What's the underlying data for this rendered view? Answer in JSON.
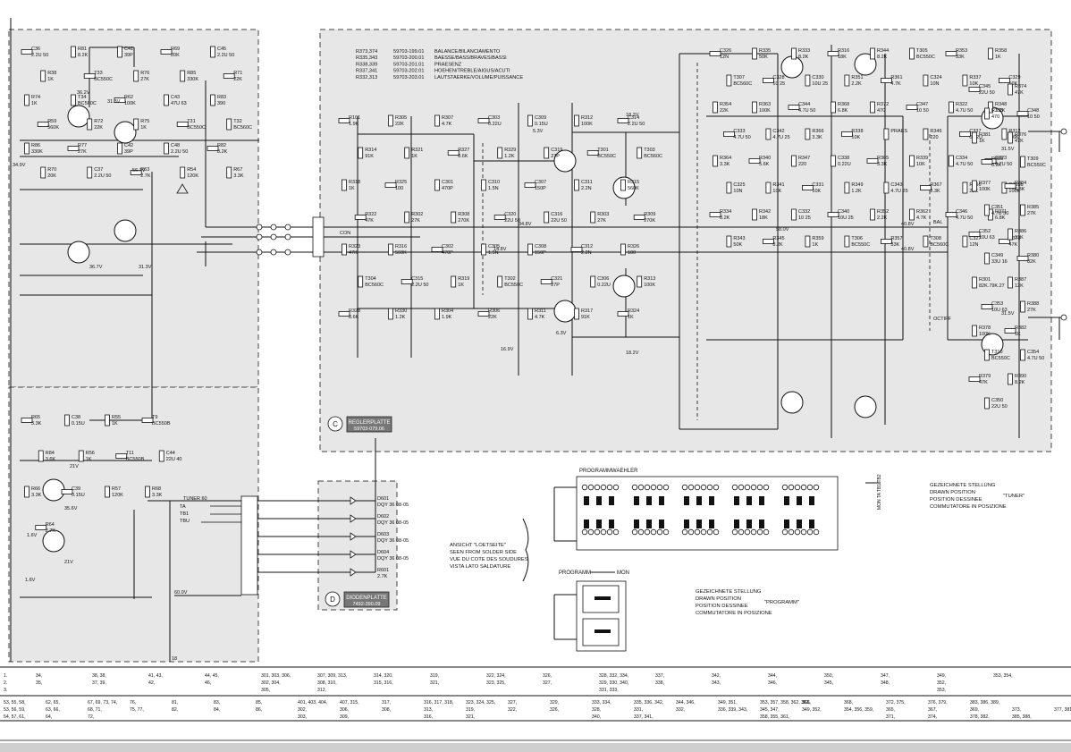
{
  "table_top": [
    {
      "code": "R373,374",
      "part": "59703-199.01",
      "func": "BALANCE/BILANCIAMENTO"
    },
    {
      "code": "R335,343",
      "part": "59703-200.01",
      "func": "BAESSE/BASS/BRAVES/BASSI"
    },
    {
      "code": "R338,339",
      "part": "59703-201.01",
      "func": "PRAESENZ"
    },
    {
      "code": "R337,341",
      "part": "59703-202.01",
      "func": "HOEHEN/TREBLE/AIGUS/ACUTI"
    },
    {
      "code": "R332,313",
      "part": "59703-203.01",
      "func": "LAUTSTAERKE/VOLUME/PUISSANCE"
    }
  ],
  "panels": {
    "c_label": "REGLERPLATTE",
    "c_part": "59703-079.06",
    "c_letter": "C",
    "d_label": "DIODENPLATTE",
    "d_part": "7492-390.09",
    "d_letter": "D"
  },
  "left_components": [
    {
      "ref": "C36",
      "val": "2.2U 50"
    },
    {
      "ref": "R81",
      "val": "8.2K"
    },
    {
      "ref": "C41",
      "val": "39P"
    },
    {
      "ref": "R69",
      "val": "20K"
    },
    {
      "ref": "C45",
      "val": "2.2U 50"
    },
    {
      "ref": "R38",
      "val": "1K"
    },
    {
      "ref": "T33",
      "val": "BC550C"
    },
    {
      "ref": "R76",
      "val": "27K"
    },
    {
      "ref": "R85",
      "val": "330K"
    },
    {
      "ref": "R71",
      "val": "22K"
    },
    {
      "ref": "R74",
      "val": "1K"
    },
    {
      "ref": "T34",
      "val": "BC560C"
    },
    {
      "ref": "R62",
      "val": "100K"
    },
    {
      "ref": "C43",
      "val": "47U 63"
    },
    {
      "ref": "R83",
      "val": "390"
    },
    {
      "ref": "R59",
      "val": "560K"
    },
    {
      "ref": "R72",
      "val": "22K"
    },
    {
      "ref": "R75",
      "val": "1K"
    },
    {
      "ref": "T31",
      "val": "BC550C"
    },
    {
      "ref": "T32",
      "val": "BC560C"
    },
    {
      "ref": "R86",
      "val": "330K"
    },
    {
      "ref": "R77",
      "val": "27K"
    },
    {
      "ref": "C42",
      "val": "39P"
    },
    {
      "ref": "C48",
      "val": "2.2U 50"
    },
    {
      "ref": "R82",
      "val": "8.2K"
    },
    {
      "ref": "R70",
      "val": "20K"
    },
    {
      "ref": "C37",
      "val": "2.2U 50"
    },
    {
      "ref": "R63",
      "val": "2.7K"
    },
    {
      "ref": "R54",
      "val": "120K"
    },
    {
      "ref": "R67",
      "val": "3.3K"
    },
    {
      "ref": "R65",
      "val": "3.3K"
    },
    {
      "ref": "C38",
      "val": "0.15U"
    },
    {
      "ref": "R55",
      "val": "1K"
    },
    {
      "ref": "T9",
      "val": "BC550B"
    },
    {
      "ref": "R84",
      "val": "3.6K"
    },
    {
      "ref": "R56",
      "val": "1K"
    },
    {
      "ref": "T11",
      "val": "BC550B"
    },
    {
      "ref": "C44",
      "val": "22U 40"
    },
    {
      "ref": "R66",
      "val": "3.3K"
    },
    {
      "ref": "C39",
      "val": "0.15U"
    },
    {
      "ref": "R57",
      "val": "120K"
    },
    {
      "ref": "R68",
      "val": "3.3K"
    },
    {
      "ref": "R64",
      "val": "2.7K"
    }
  ],
  "left_voltages": [
    "36.2V",
    "31.3V",
    "56.7V",
    "34.9V",
    "36.7V",
    "31.3V",
    "21V",
    "35.6V",
    "1.6V",
    "21V",
    "1.6V"
  ],
  "center_components": [
    {
      "ref": "R101",
      "val": "1.9K"
    },
    {
      "ref": "R305",
      "val": "22K"
    },
    {
      "ref": "R307",
      "val": "4.7K"
    },
    {
      "ref": "C303",
      "val": "0.22U"
    },
    {
      "ref": "C309",
      "val": "0.15U"
    },
    {
      "ref": "R312",
      "val": "100K"
    },
    {
      "ref": "C314",
      "val": "2.2U 50"
    },
    {
      "ref": "R314",
      "val": "91K"
    },
    {
      "ref": "R321",
      "val": "1K"
    },
    {
      "ref": "R327",
      "val": "8.6K"
    },
    {
      "ref": "R329",
      "val": "1.2K"
    },
    {
      "ref": "C319",
      "val": "27P"
    },
    {
      "ref": "T301",
      "val": "BC550C"
    },
    {
      "ref": "T303",
      "val": "BC560C"
    },
    {
      "ref": "R318",
      "val": "1K"
    },
    {
      "ref": "R325",
      "val": "100"
    },
    {
      "ref": "C301",
      "val": "470P"
    },
    {
      "ref": "C310",
      "val": "1.5N"
    },
    {
      "ref": "C307",
      "val": "150P"
    },
    {
      "ref": "C311",
      "val": "2.2N"
    },
    {
      "ref": "R315",
      "val": "560K"
    },
    {
      "ref": "R322",
      "val": "47K"
    },
    {
      "ref": "R302",
      "val": "27K"
    },
    {
      "ref": "R308",
      "val": "270K"
    },
    {
      "ref": "C320",
      "val": "22U 50"
    },
    {
      "ref": "C316",
      "val": "22U 50"
    },
    {
      "ref": "R303",
      "val": "27K"
    },
    {
      "ref": "R309",
      "val": "270K"
    },
    {
      "ref": "R323",
      "val": "47K"
    },
    {
      "ref": "R316",
      "val": "560K"
    },
    {
      "ref": "C302",
      "val": "470P"
    },
    {
      "ref": "C305",
      "val": "1.5N"
    },
    {
      "ref": "C308",
      "val": "150P"
    },
    {
      "ref": "C312",
      "val": "2.2N"
    },
    {
      "ref": "R326",
      "val": "100"
    },
    {
      "ref": "T304",
      "val": "BC560C"
    },
    {
      "ref": "C315",
      "val": "2.2U 50"
    },
    {
      "ref": "R319",
      "val": "1K"
    },
    {
      "ref": "T302",
      "val": "BC550C"
    },
    {
      "ref": "C321",
      "val": "27P"
    },
    {
      "ref": "C306",
      "val": "0.22U"
    },
    {
      "ref": "R313",
      "val": "100K"
    },
    {
      "ref": "R328",
      "val": "8.6K"
    },
    {
      "ref": "R330",
      "val": "1.2K"
    },
    {
      "ref": "R304",
      "val": "1.9K"
    },
    {
      "ref": "R306",
      "val": "22K"
    },
    {
      "ref": "R311",
      "val": "4.7K"
    },
    {
      "ref": "R317",
      "val": "91K"
    },
    {
      "ref": "R324",
      "val": "1K"
    }
  ],
  "center_voltages": [
    "5.3V",
    "18.2V",
    "34.8V",
    "14.8V",
    "6.3V",
    "18.2V",
    "16.9V"
  ],
  "right_components": [
    {
      "ref": "C326",
      "val": "12N"
    },
    {
      "ref": "R335",
      "val": "50K"
    },
    {
      "ref": "R333",
      "val": "8.2K"
    },
    {
      "ref": "R316",
      "val": "18K"
    },
    {
      "ref": "R344",
      "val": "8.2K"
    },
    {
      "ref": "T305",
      "val": "BC550C"
    },
    {
      "ref": "R353",
      "val": "33K"
    },
    {
      "ref": "R358",
      "val": "1K"
    },
    {
      "ref": "T307",
      "val": "BC560C"
    },
    {
      "ref": "C328",
      "val": "10 25"
    },
    {
      "ref": "C330",
      "val": "10U 25"
    },
    {
      "ref": "R351",
      "val": "2.2K"
    },
    {
      "ref": "R361",
      "val": "4.7K"
    },
    {
      "ref": "C324",
      "val": "10N"
    },
    {
      "ref": "R337",
      "val": "10K"
    },
    {
      "ref": "C329",
      "val": "10K"
    },
    {
      "ref": "R354",
      "val": "22K"
    },
    {
      "ref": "R363",
      "val": "100K"
    },
    {
      "ref": "C344",
      "val": "4.7U 50"
    },
    {
      "ref": "R368",
      "val": "6.8K"
    },
    {
      "ref": "R372",
      "val": "470"
    },
    {
      "ref": "C347",
      "val": "10 50"
    },
    {
      "ref": "R322",
      "val": "4.7U 50"
    },
    {
      "ref": "R348",
      "val": "1.2K"
    },
    {
      "ref": "C333",
      "val": "4.7U 50"
    },
    {
      "ref": "C342",
      "val": "4.7U 25"
    },
    {
      "ref": "R366",
      "val": "3.3K"
    },
    {
      "ref": "R338",
      "val": "10K"
    },
    {
      "ref": "PRAES",
      "val": ""
    },
    {
      "ref": "R346",
      "val": "220"
    },
    {
      "ref": "C337",
      "val": "0.22U"
    },
    {
      "ref": "R312",
      "val": "5.6K"
    },
    {
      "ref": "R364",
      "val": "3.3K"
    },
    {
      "ref": "R340",
      "val": "5.6K"
    },
    {
      "ref": "R347",
      "val": "220"
    },
    {
      "ref": "C338",
      "val": "0.22U"
    },
    {
      "ref": "R365",
      "val": "3.3K"
    },
    {
      "ref": "R339",
      "val": "10K"
    },
    {
      "ref": "C334",
      "val": "4.7U 50"
    },
    {
      "ref": "C323",
      "val": "4.7U 50"
    },
    {
      "ref": "C325",
      "val": "10N"
    },
    {
      "ref": "R341",
      "val": "10K"
    },
    {
      "ref": "C331",
      "val": "10K"
    },
    {
      "ref": "R349",
      "val": "1.2K"
    },
    {
      "ref": "C343",
      "val": "4.7U 25"
    },
    {
      "ref": "R367",
      "val": "3.3K"
    },
    {
      "ref": "R356",
      "val": "22K"
    },
    {
      "ref": "R365b",
      "val": "100K"
    },
    {
      "ref": "R334",
      "val": "8.2K"
    },
    {
      "ref": "R342",
      "val": "18K"
    },
    {
      "ref": "C332",
      "val": "10 25"
    },
    {
      "ref": "C340",
      "val": "10U 25"
    },
    {
      "ref": "R352",
      "val": "2.2K"
    },
    {
      "ref": "R362",
      "val": "4.7K"
    },
    {
      "ref": "C346",
      "val": "4.7U 50"
    },
    {
      "ref": "R371",
      "val": "6.8K"
    },
    {
      "ref": "R343",
      "val": "50K"
    },
    {
      "ref": "R345",
      "val": "8.2K"
    },
    {
      "ref": "R359",
      "val": "1K"
    },
    {
      "ref": "T306",
      "val": "BC550C"
    },
    {
      "ref": "R357",
      "val": "33K"
    },
    {
      "ref": "T308",
      "val": "BC560C"
    },
    {
      "ref": "C327",
      "val": "12N"
    },
    {
      "ref": "R373",
      "val": "47K"
    },
    {
      "ref": "C345",
      "val": "22U 50"
    },
    {
      "ref": "R374",
      "val": "47K"
    },
    {
      "ref": "R375",
      "val": "470"
    },
    {
      "ref": "C348",
      "val": "10 50"
    },
    {
      "ref": "R381",
      "val": "1K"
    },
    {
      "ref": "R376",
      "val": "47K"
    },
    {
      "ref": "R383",
      "val": "8.2K"
    },
    {
      "ref": "T309",
      "val": "BC550C"
    },
    {
      "ref": "R377",
      "val": "100K"
    },
    {
      "ref": "R384",
      "val": "6.8K"
    },
    {
      "ref": "C351",
      "val": "4.7U 50"
    },
    {
      "ref": "R385",
      "val": "27K"
    },
    {
      "ref": "C352",
      "val": "10U 63"
    },
    {
      "ref": "R386",
      "val": "12K"
    },
    {
      "ref": "C349",
      "val": "33U 16"
    },
    {
      "ref": "R380",
      "val": "82K"
    },
    {
      "ref": "R301",
      "val": "82K.79K.27"
    },
    {
      "ref": "R387",
      "val": "12K"
    },
    {
      "ref": "C353",
      "val": "10U 63"
    },
    {
      "ref": "R388",
      "val": "27K"
    },
    {
      "ref": "R378",
      "val": "100K"
    },
    {
      "ref": "R382",
      "val": "1K"
    },
    {
      "ref": "T310",
      "val": "BC550C"
    },
    {
      "ref": "C354",
      "val": "4.7U 50"
    },
    {
      "ref": "R379",
      "val": "47K"
    },
    {
      "ref": "R390",
      "val": "8.2K"
    },
    {
      "ref": "C350",
      "val": "22U 50"
    }
  ],
  "right_voltages": [
    "40.8V",
    "58.0V",
    "40.8V",
    "31.5V",
    "31.5V"
  ],
  "diodes": [
    {
      "ref": "D601",
      "part": "DQY 36 08-05"
    },
    {
      "ref": "D602",
      "part": "DQY 36 08-05"
    },
    {
      "ref": "D603",
      "part": "DQY 36 08-05"
    },
    {
      "ref": "D604",
      "part": "DQY 36 08-05"
    },
    {
      "ref": "R601",
      "val": "2.7K"
    }
  ],
  "misc_labels": {
    "tuner": "TUNER 60",
    "ta": "TA",
    "tb1": "TB1",
    "tb2": "TBU",
    "v60": "60.0V",
    "n18": "18",
    "con": "CON",
    "switch_title": "PROGRAMMWAEHLER",
    "prog": "PROGRAMM",
    "mon": "MON",
    "ansicht_1": "ANSICHT \"LOETSEITE\"",
    "ansicht_2": "SEEN FROM SOLDER SIDE",
    "ansicht_3": "VUE DU COTE DES SOUDURES",
    "ansicht_4": "VISTA LATO SALDATURE",
    "pos1_1": "GEZEICHNETE STELLUNG",
    "pos1_2": "DRAWN POSITION",
    "pos1_3": "POSITION DESSINEE",
    "pos1_4": "COMMUTATORE IN POSIZIONE",
    "pos1_name": "\"TUNER\"",
    "pos2_1": "GEZEICHNETE STELLUNG",
    "pos2_2": "DRAWN POSITION",
    "pos2_3": "POSITION DESSINEE",
    "pos2_4": "COMMUTATORE IN POSIZIONE",
    "pos2_name": "\"PROGRAMM\"",
    "dir_labels": "MON TA TB1 TB2",
    "bal": "BAL",
    "vol": "OCTIFF"
  },
  "bottom_rows": [
    [
      "1.",
      "34,",
      "38, 38,",
      "41, 43,",
      "44, 45,",
      "301, 303, 306,",
      "307, 309, 313,",
      "314, 320,",
      "319,",
      "322, 324,",
      "326,",
      "328, 332, 334,",
      "337,",
      "342,",
      "344,",
      "350,",
      "347,",
      "349,",
      "353, 354,"
    ],
    [
      "2.",
      "35,",
      "37, 39,",
      "42,",
      "46,",
      "302, 304,",
      "308, 310,",
      "315, 316,",
      "321,",
      "323, 325,",
      "327,",
      "329, 330, 340,",
      "338,",
      "343,",
      "346,",
      "345,",
      "348,",
      "352,"
    ],
    [
      "3.",
      "",
      "",
      "",
      "",
      "305,",
      "312,",
      "",
      "",
      "",
      "",
      "331, 333,",
      "",
      "",
      "",
      "",
      "",
      "353,"
    ]
  ],
  "bottom_rows2": [
    [
      "53, 55, 58,",
      "62, 65,",
      "67, 69, 73, 74,",
      "76,",
      "81,",
      "83,",
      "85,",
      "401, 403, 404,",
      "407, 315,",
      "317,",
      "316, 317, 318,",
      "323, 324, 325,",
      "327,",
      "329,",
      "333, 334,",
      "335, 336, 342,",
      "344, 346,",
      "349, 351,",
      "353, 357, 358, 362, 363,",
      "366,",
      "368,",
      "372, 375,",
      "376, 379,",
      "383, 386, 389,"
    ],
    [
      "53, 56, 59,",
      "63, 66,",
      "68, 71,",
      "75, 77,",
      "82,",
      "84,",
      "86,",
      "302,",
      "306,",
      "308,",
      "313,",
      "319,",
      "322,",
      "326,",
      "328,",
      "331,",
      "332,",
      "336, 339, 343,",
      "345, 347,",
      "349, 352,",
      "354, 356, 359,",
      "365,",
      "367,",
      "369,",
      "373,",
      "377, 381,",
      "384, 387, 391,"
    ],
    [
      "54, 57, 61,",
      "64,",
      "72,",
      "",
      "",
      "",
      "",
      "303,",
      "309,",
      "",
      "316,",
      "321,",
      "",
      "",
      "340,",
      "337, 341,",
      "",
      "",
      "358, 355, 361,",
      "",
      "",
      "371,",
      "374,",
      "378, 382,",
      "385, 388,"
    ]
  ]
}
